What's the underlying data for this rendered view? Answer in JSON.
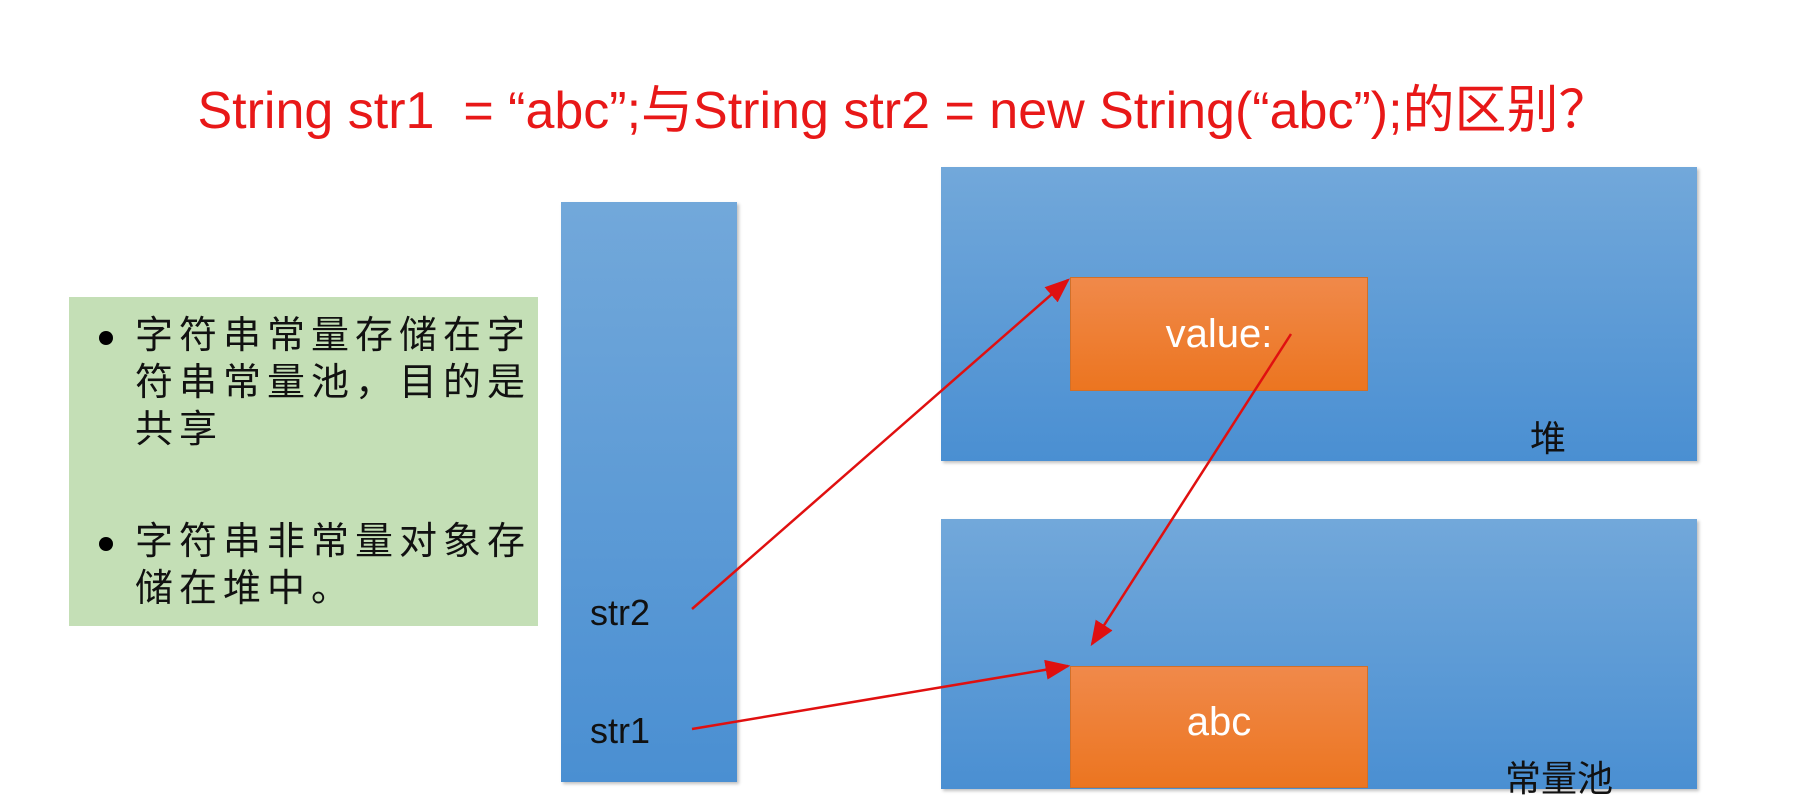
{
  "title": "String str1  = “abc”;与String str2 = new String(“abc”);的区别？",
  "notes": [
    "字符串常量存储在字符串常量池，目的是共享",
    "字符串非常量对象存储在堆中。"
  ],
  "stack": {
    "vars": [
      "str2",
      "str1"
    ]
  },
  "heap": {
    "label": "堆",
    "object_label": "value:"
  },
  "pool": {
    "label": "常量池",
    "literal": "abc"
  },
  "colors": {
    "title": "#e81818",
    "arrow": "#e01010",
    "note_bg": "#c4dfb6",
    "block": "#5b9bd5",
    "object": "#ed7d31"
  }
}
